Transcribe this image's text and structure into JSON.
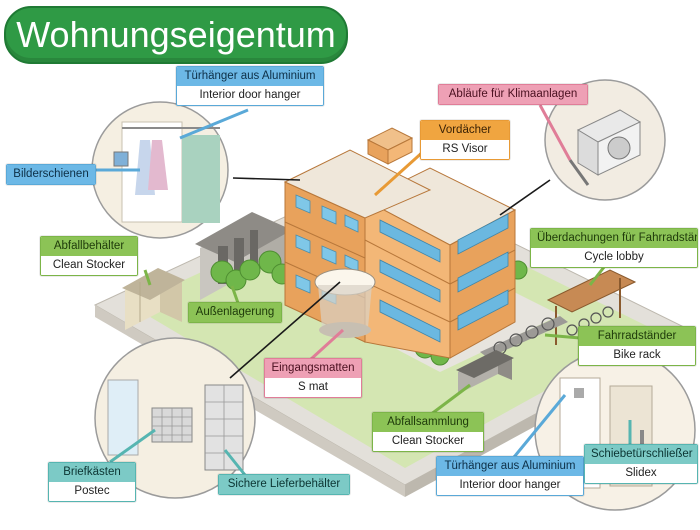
{
  "title": "Wohnungseigentum",
  "callouts": {
    "door_hanger_top": {
      "label": "Türhänger aus Aluminium",
      "product": "Interior door hanger"
    },
    "picture_rails": {
      "label": "Bilderschienen"
    },
    "drains_ac": {
      "label": "Abläufe für Klimaanlagen"
    },
    "canopies": {
      "label": "Vordächer",
      "product": "RS Visor"
    },
    "waste_bin": {
      "label": "Abfallbehälter",
      "product": "Clean Stocker"
    },
    "outdoor_storage": {
      "label": "Außenlagerung"
    },
    "bicycle_roof": {
      "label": "Überdachungen für Fahrradständer",
      "product": "Cycle lobby"
    },
    "bike_rack": {
      "label": "Fahrradständer",
      "product": "Bike rack"
    },
    "entrance_mats": {
      "label": "Eingangsmatten",
      "product": "S mat"
    },
    "waste_collection": {
      "label": "Abfallsammlung",
      "product": "Clean Stocker"
    },
    "mailboxes": {
      "label": "Briefkästen",
      "product": "Postec"
    },
    "delivery_boxes": {
      "label": "Sichere Lieferbehälter"
    },
    "door_hanger_bottom": {
      "label": "Türhänger aus Aluminium",
      "product": "Interior door hanger"
    },
    "sliding_door_closer": {
      "label": "Schiebetürschließer",
      "product": "Slidex"
    }
  },
  "colors": {
    "title_green": "#2f9a45",
    "callout_blue": "#6cb8e6",
    "callout_green": "#8cc356",
    "callout_orange": "#f0a540",
    "callout_pink": "#eea0b5",
    "callout_teal": "#7ccac6",
    "building_orange": "#e8a25c",
    "lawn_green": "#d4e6b2"
  }
}
